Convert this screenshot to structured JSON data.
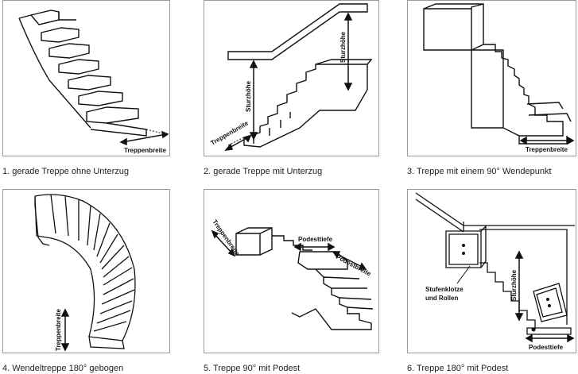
{
  "captions": [
    "1. gerade Treppe ohne Unterzug",
    "2. gerade Treppe mit Unterzug",
    "3. Treppe mit einem 90° Wendepunkt",
    "4. Wendeltreppe 180° gebogen",
    "5. Treppe 90° mit Podest",
    "6. Treppe 180° mit Podest"
  ],
  "labels": {
    "treppenbreite": "Treppenbreite",
    "sturzhoehe": "Sturzhöhe",
    "podesttiefe": "Podesttiefe",
    "podestbreite": "Podestbreite",
    "stufenklotze": "Stufenklotze",
    "und_rollen": "und Rollen"
  }
}
